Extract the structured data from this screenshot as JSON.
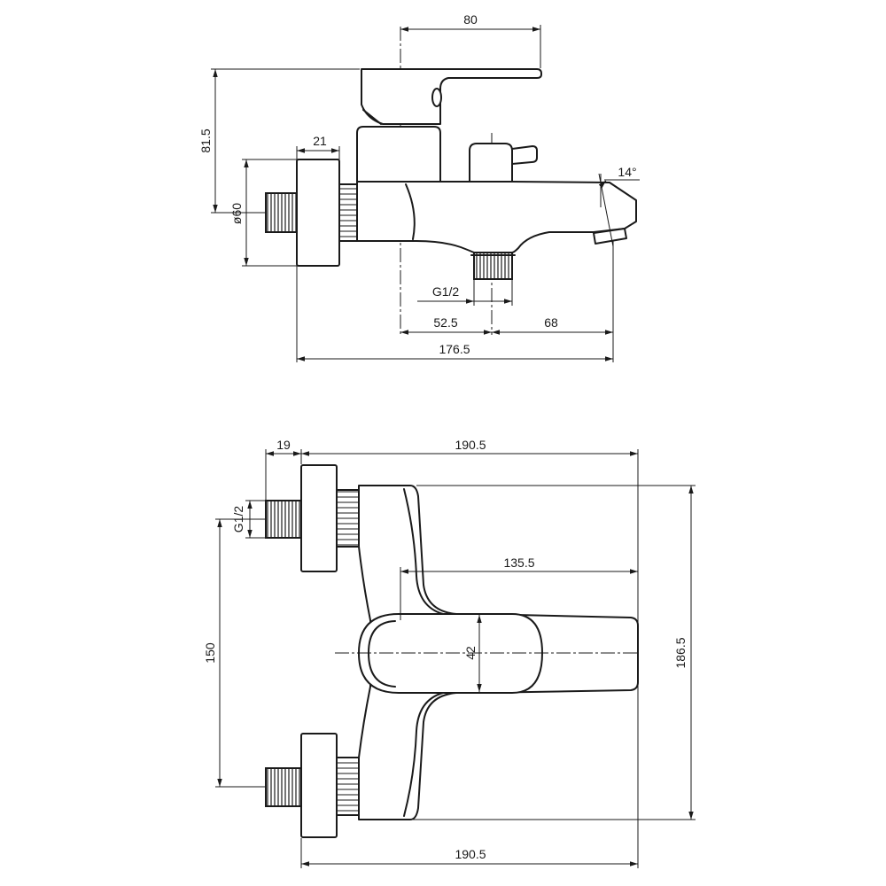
{
  "side_view": {
    "dim_handle_length": "80",
    "dim_height": "81.5",
    "dim_flange_thickness": "21",
    "dim_flange_diameter": "ø60",
    "dim_spout_angle": "14°",
    "dim_outlet_thread": "G1/2",
    "dim_center_to_outlet": "52.5",
    "dim_outlet_to_spout": "68",
    "dim_overall_length": "176.5"
  },
  "top_view": {
    "dim_flange_offset": "19",
    "dim_overall_top": "190.5",
    "dim_inlet_thread": "G1/2",
    "dim_inlet_spacing": "150",
    "dim_handle_reach": "135.5",
    "dim_handle_width": "42",
    "dim_body_width": "186.5",
    "dim_overall_bottom": "190.5"
  },
  "colors": {
    "line": "#1a1a1a",
    "background": "#ffffff"
  }
}
